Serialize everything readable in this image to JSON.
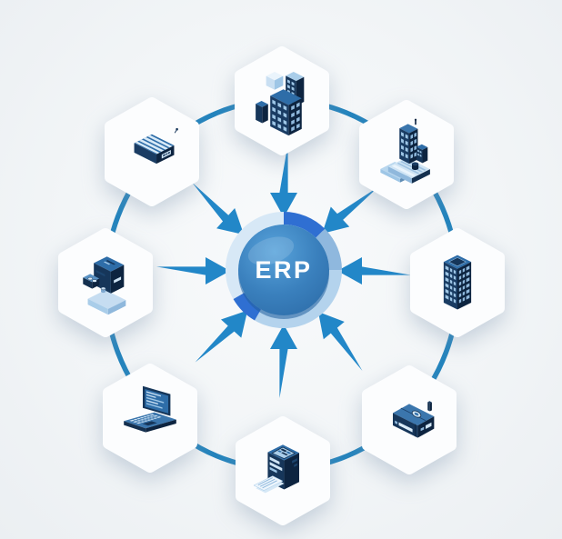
{
  "diagram": {
    "type": "hub-and-spoke",
    "center_label": "ERP",
    "connection_direction": "inward",
    "node_count": 8,
    "nodes": [
      {
        "position": "top",
        "icon": "office-building"
      },
      {
        "position": "top-right",
        "icon": "building-with-keyboard"
      },
      {
        "position": "right",
        "icon": "skyscraper-tower"
      },
      {
        "position": "bottom-right",
        "icon": "network-device"
      },
      {
        "position": "bottom",
        "icon": "server-with-documents"
      },
      {
        "position": "bottom-left",
        "icon": "laptop"
      },
      {
        "position": "left",
        "icon": "industrial-machine"
      },
      {
        "position": "top-left",
        "icon": "striped-ledger-device"
      }
    ],
    "colors": {
      "background": "#f2f5f7",
      "hexagon_tile": "#fcfdfe",
      "connector_ring": "#2484bd",
      "arrow": "#2287c8",
      "erp_button_light": "#58a3db",
      "erp_button_dark": "#2d6ca8",
      "erp_text": "#ffffff",
      "icon_navy_dark": "#0d2440",
      "icon_navy_mid": "#16365a",
      "icon_blue": "#2e6da8",
      "icon_blue_light": "#9ec6e6",
      "dial_segment_dark": "#2f6fd2",
      "dial_segment_medium": "#8fb8de",
      "dial_segment_light": "#b4d3ed",
      "dial_segment_pale": "#d7e8f6"
    }
  }
}
